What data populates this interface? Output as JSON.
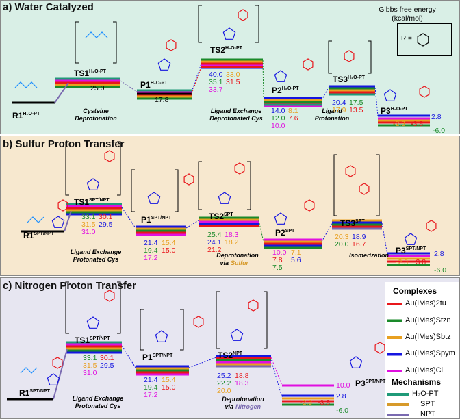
{
  "colors": {
    "red": "#e8161b",
    "green": "#1a8a2a",
    "orange": "#e8a020",
    "blue": "#1515e0",
    "magenta": "#e010e0",
    "teal": "#1f9a78",
    "mech_orange": "#d79a2a",
    "purple": "#7a6ab0",
    "black": "#000000"
  },
  "panel_a": {
    "title": "a) Water Catalyzed",
    "gibbs": "Gibbs free energy",
    "unit": "(kcal/mol)",
    "r_label": "R =",
    "R1": {
      "main": "R1",
      "sup": "H₂O-PT"
    },
    "TS1": {
      "main": "TS1",
      "sup": "H₂O-PT",
      "value": "25.0"
    },
    "P1": {
      "main": "P1",
      "sup": "H₂O-PT",
      "value": "17.8"
    },
    "TS2": {
      "main": "TS2",
      "sup": "H₂O-PT",
      "values": [
        "40.0",
        "33.0",
        "35.1",
        "31.5",
        "33.7"
      ]
    },
    "P2": {
      "main": "P2",
      "sup": "H₂O-PT",
      "values": [
        "14.0",
        "8.1",
        "12.0",
        "7.6",
        "10.0"
      ]
    },
    "TS3": {
      "main": "TS3",
      "sup": "H₂O-PT",
      "values": [
        "20.4",
        "17.5",
        "17.9",
        "13.5"
      ]
    },
    "P3": {
      "main": "P3",
      "sup": "H₂O-PT",
      "values": [
        "2.8",
        "-2.3",
        "-3.8",
        "-6.0"
      ]
    },
    "steps": [
      "Cysteine",
      "Deprotonation",
      "Ligand Exchange",
      "Deprotonated Cys",
      "Ligand",
      "Protonation"
    ]
  },
  "panel_b": {
    "title": "b) Sulfur Proton Transfer",
    "R1": {
      "main": "R1",
      "sup": "SPT/NPT"
    },
    "TS1": {
      "main": "TS1",
      "sup": "SPT/NPT",
      "values": [
        "33.1",
        "30.1",
        "31.5",
        "29.5",
        "31.0"
      ]
    },
    "P1": {
      "main": "P1",
      "sup": "SPT/NPT",
      "values": [
        "21.4",
        "15.4",
        "19.4",
        "15.0",
        "17.2"
      ]
    },
    "TS2": {
      "main": "TS2",
      "sup": "SPT",
      "values": [
        "25.4",
        "18.3",
        "24.1",
        "18.2",
        "21.2"
      ]
    },
    "P2": {
      "main": "P2",
      "sup": "SPT",
      "values": [
        "10.0",
        "7.1",
        "7.8",
        "5.6",
        "7.5"
      ]
    },
    "TS3": {
      "main": "TS3",
      "sup": "SPT",
      "values": [
        "20.3",
        "18.9",
        "20.0",
        "16.7"
      ]
    },
    "P3": {
      "main": "P3",
      "sup": "SPT/NPT",
      "values": [
        "2.8",
        "-2.3",
        "-3.8",
        "-6.0"
      ]
    },
    "steps": [
      "Ligand Exchange",
      "Protonated Cys",
      "Deprotonation",
      "via",
      "Sulfur",
      "Isomerization"
    ]
  },
  "panel_c": {
    "title": "c) Nitrogen Proton Transfer",
    "R1": {
      "main": "R1",
      "sup": "SPT/NPT"
    },
    "TS1": {
      "main": "TS1",
      "sup": "SPT/NPT",
      "values": [
        "33.1",
        "30.1",
        "31.5",
        "29.5",
        "31.0"
      ]
    },
    "P1": {
      "main": "P1",
      "sup": "SPT/NPT",
      "values": [
        "21.4",
        "15.4",
        "19.4",
        "15.0",
        "17.2"
      ]
    },
    "TS2": {
      "main": "TS2",
      "sup": "NPT",
      "values": [
        "25.2",
        "18.8",
        "22.2",
        "18.3",
        "20.0"
      ]
    },
    "P3": {
      "main": "P3",
      "sup": "SPT/NPT",
      "values": [
        "10.0",
        "2.8",
        "-2.3",
        "-3.8",
        "-6.0"
      ]
    },
    "steps": [
      "Ligand Exchange",
      "Protonated Cys",
      "Deprotonation",
      "via",
      "Nitrogen"
    ]
  },
  "legend": {
    "complexes_title": "Complexes",
    "complexes": [
      "Au(IMes)2tu",
      "Au(IMes)Stzn",
      "Au(IMes)Sbtz",
      "Au(IMes)Spym",
      "Au(IMes)Cl"
    ],
    "mechanisms_title": "Mechanisms",
    "mechanisms": [
      "H₂O-PT",
      "SPT",
      "NPT"
    ]
  }
}
